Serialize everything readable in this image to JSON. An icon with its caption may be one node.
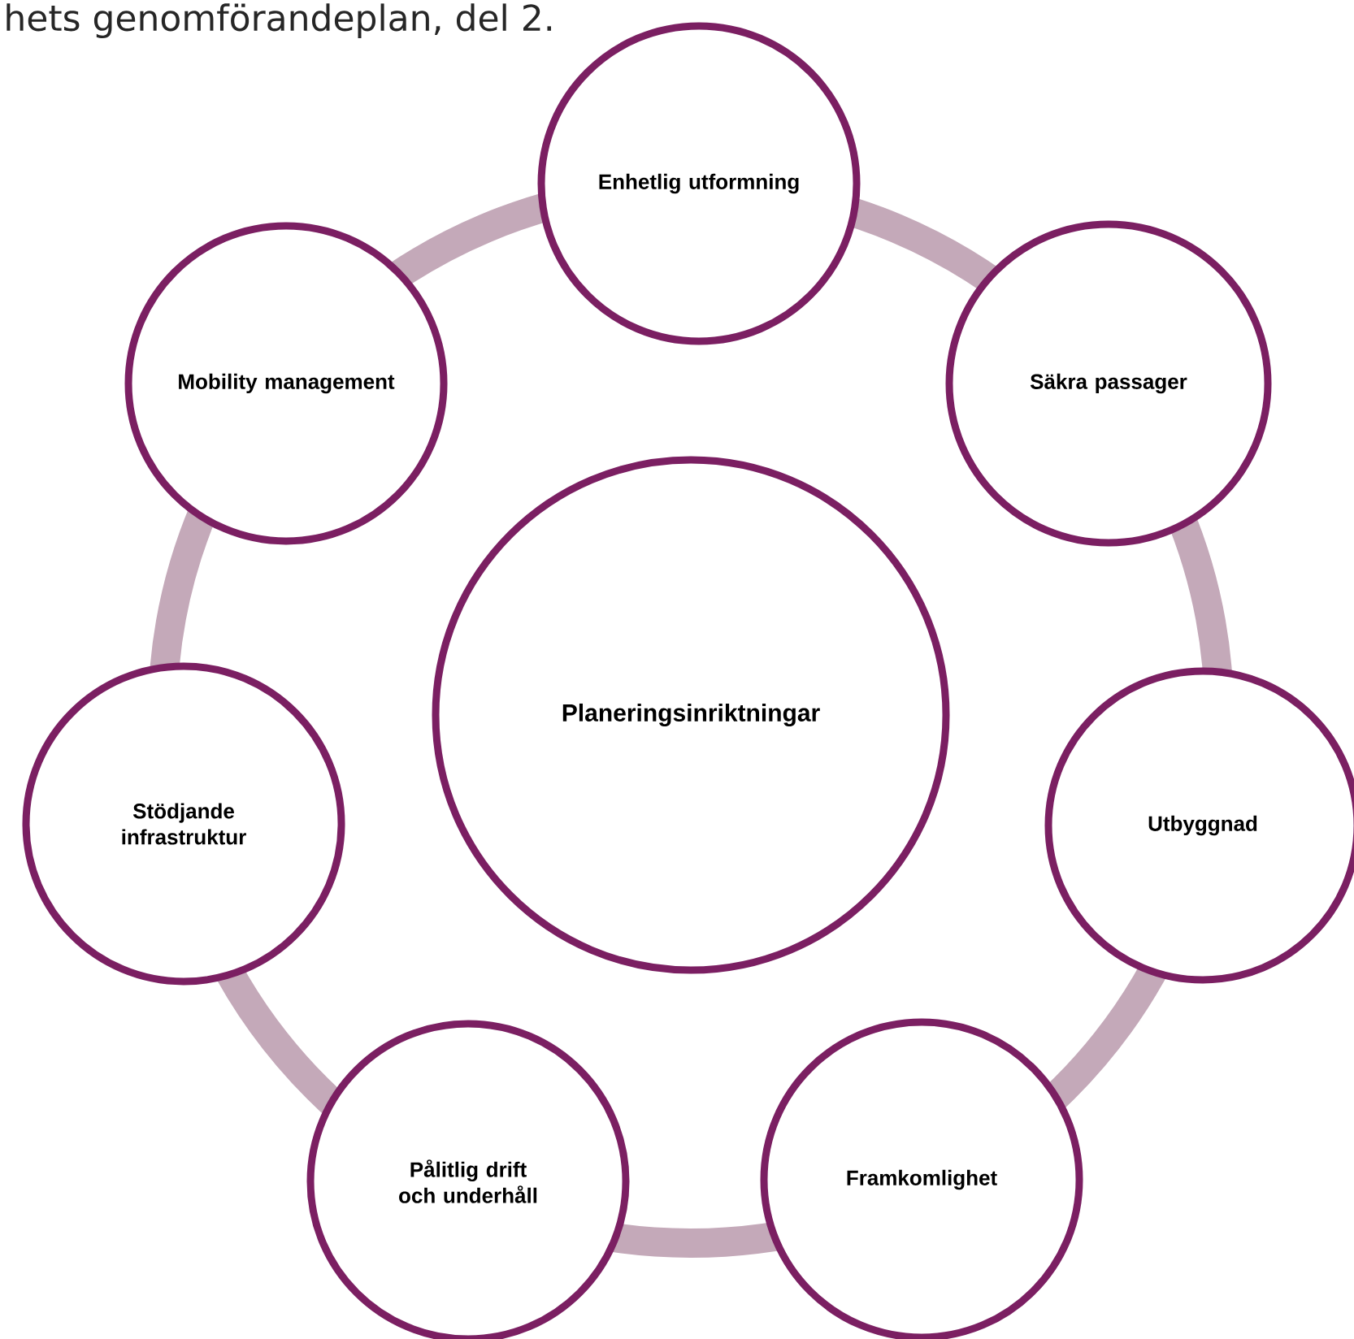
{
  "diagram": {
    "nodes": [
      {
        "text": [
          "Planeringsinriktningar"
        ]
      },
      {
        "text": [
          "Enhetlig utformning"
        ]
      },
      {
        "text": [
          "Säkra passager"
        ]
      },
      {
        "text": [
          "Utbyggnad"
        ]
      },
      {
        "text": [
          "Framkomlighet"
        ]
      },
      {
        "text": [
          "Pålitlig drift och underhåll"
        ]
      },
      {
        "text": [
          "Stödjande infrastruktur"
        ]
      },
      {
        "text": [
          "Mobility management"
        ]
      }
    ],
    "labels": [
      "hets genomförandeplan, del 2."
    ]
  }
}
